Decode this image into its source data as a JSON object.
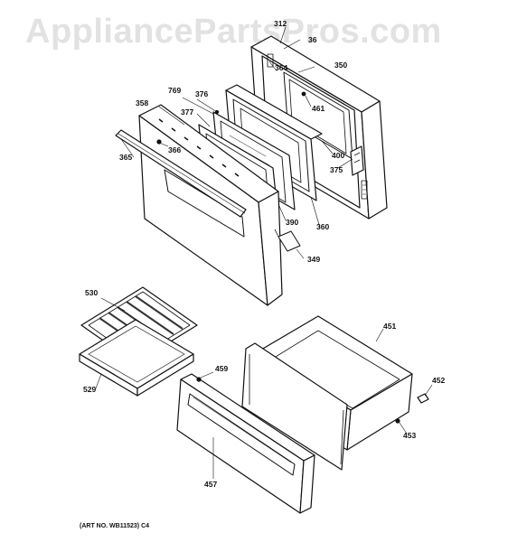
{
  "watermark": "AppliancePartsPros.com",
  "footer_note": "(ART NO. WB11523) C4",
  "callouts": {
    "p312": "312",
    "p36": "36",
    "p364": "364",
    "p350": "350",
    "p769": "769",
    "p376": "376",
    "p358": "358",
    "p377": "377",
    "p461": "461",
    "p366": "366",
    "p365": "365",
    "p400": "400",
    "p375": "375",
    "p390": "390",
    "p360": "360",
    "p349": "349",
    "p530": "530",
    "p451": "451",
    "p459": "459",
    "p452": "452",
    "p529": "529",
    "p453": "453",
    "p457": "457"
  }
}
